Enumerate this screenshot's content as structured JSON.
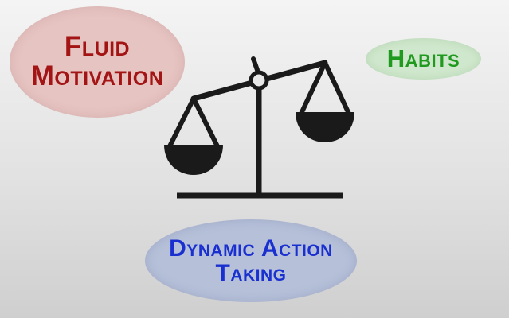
{
  "nodes": {
    "fluid_motivation": {
      "line1": "Fluid",
      "line2": "Motivation"
    },
    "habits": {
      "label": "Habits"
    },
    "dynamic_action": {
      "line1": "Dynamic Action",
      "line2": "Taking"
    }
  },
  "icons": {
    "center": "balance-scale-icon"
  },
  "colors": {
    "fluid_text": "#a31515",
    "fluid_fill": "#e6c4c2",
    "habits_text": "#1f9a1f",
    "habits_fill": "#cfe7cc",
    "dynamic_text": "#1a2fd0",
    "dynamic_fill": "#b6c1d9",
    "scale": "#1a1a1a"
  }
}
